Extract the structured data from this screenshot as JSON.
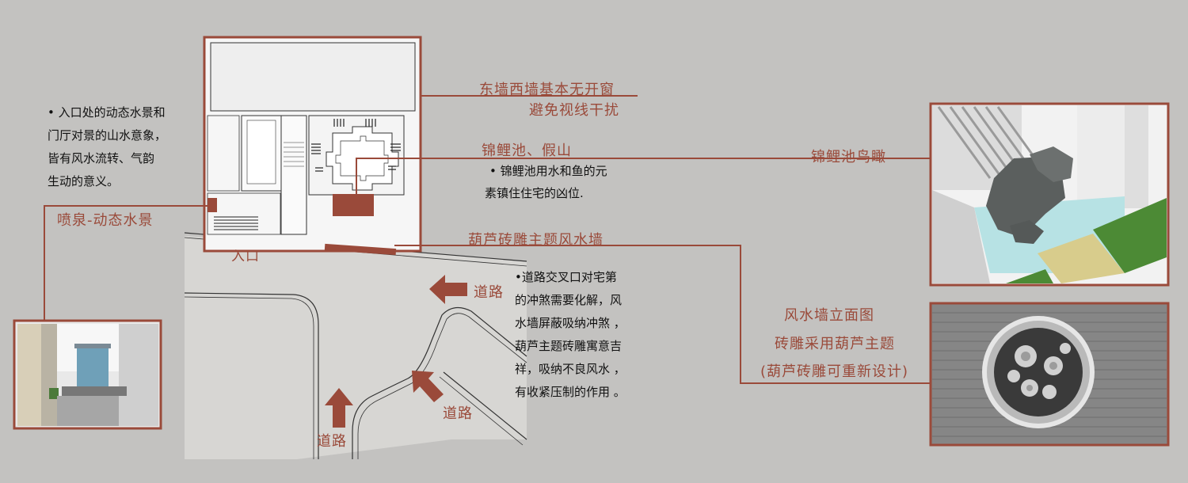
{
  "colors": {
    "accent": "#9a4a3a",
    "background": "#c3c2c0"
  },
  "labels": {
    "east_west_wall_1": "东墙西墙基本无开窗",
    "east_west_wall_2": "避免视线干扰",
    "koi_pond_rockery": "锦鲤池、假山",
    "koi_note_1": "• 锦鲤池用水和鱼的元",
    "koi_note_2": "素镇住住宅的凶位.",
    "koi_aerial": "锦鲤池鸟瞰",
    "entrance_note": "• 入口处的动态水景和\n门厅对景的山水意象，\n皆有风水流转、气韵\n生动的意义。",
    "fountain": "喷泉-动态水景",
    "entrance": "入口",
    "gourd_wall": "葫芦砖雕主题风水墙",
    "road_note": "•道路交叉口对宅第\n的冲煞需要化解，风\n水墙屏蔽吸纳冲煞 ，\n葫芦主题砖雕寓意吉\n祥，吸纳不良风水 ，\n有收紧压制的作用 。",
    "road_1": "道路",
    "road_2": "道路",
    "road_3": "道路",
    "wall_elevation": "风水墙立面图",
    "carving_theme": "砖雕采用葫芦主题",
    "carving_redesign": "(葫芦砖雕可重新设计)"
  },
  "icons": [
    "arrow-left-icon",
    "arrow-up-left-icon",
    "arrow-up-icon"
  ]
}
